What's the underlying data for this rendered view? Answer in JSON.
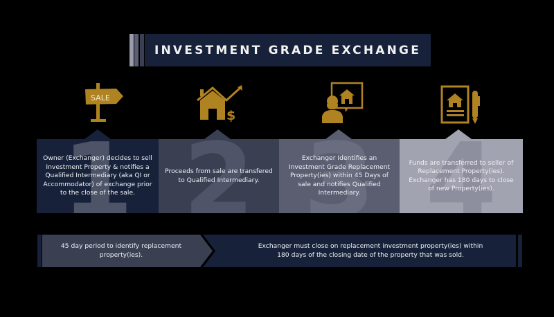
{
  "title": "INVESTMENT GRADE EXCHANGE",
  "colors": {
    "gold": "#b08322",
    "navy": "#17223a",
    "step2": "#3a3f52",
    "step3": "#5b5e71",
    "step4": "#a2a3b0",
    "title_text": "#f2f2f2"
  },
  "steps": [
    {
      "number": "1",
      "icon": "sale-sign-icon",
      "icon_text": "SALE",
      "text": "Owner  (Exchanger) decides to sell Investment Property & notifies a Qualified Intermediary (aka QI or Accommodator) of exchange prior to the close of the sale."
    },
    {
      "number": "2",
      "icon": "house-growth-dollar-icon",
      "text": "Proceeds from sale are transfered to Qualified Intermediary."
    },
    {
      "number": "3",
      "icon": "agent-presenting-house-icon",
      "text": "Exchanger Identifies an Investment Grade Replacement Property(ies) within 45 Days of sale and notifies Qualified Intermediary."
    },
    {
      "number": "4",
      "icon": "property-document-pen-icon",
      "text": "Funds are transferred to seller of Replacement Property(ies). Exchanger has 180 days to close of new Property(ies)."
    }
  ],
  "timeline": {
    "phase1": "45 day period to identify replacement property(ies).",
    "phase2": "Exchanger must close on replacement investment property(ies) within 180 days of the closing date of the property that was sold."
  }
}
